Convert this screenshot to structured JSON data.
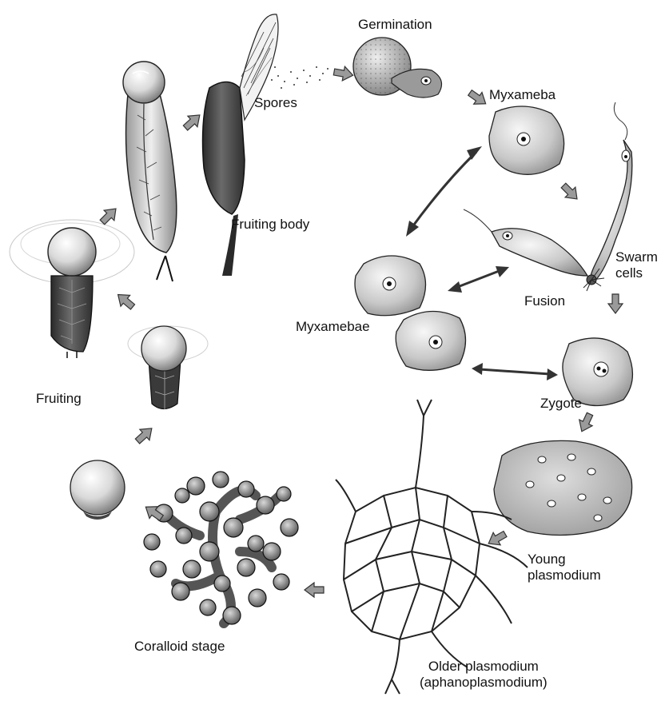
{
  "labels": {
    "germination": "Germination",
    "spores": "Spores",
    "myxameba": "Myxameba",
    "fruiting_body": "Fruiting body",
    "swarm_cells": "Swarm\ncells",
    "fusion": "Fusion",
    "myxamebae": "Myxamebae",
    "fruiting": "Fruiting",
    "zygote": "Zygote",
    "young_plasmodium": "Young\nplasmodium",
    "coralloid_stage": "Coralloid stage",
    "older_plasmodium": "Older plasmodium\n(aphanoplasmodium)"
  },
  "colors": {
    "ink": "#1a1a1a",
    "stipple_dark": "#5a5a5a",
    "stipple_light": "#bcbcbc",
    "arrow_fill": "#8a8a8a"
  }
}
